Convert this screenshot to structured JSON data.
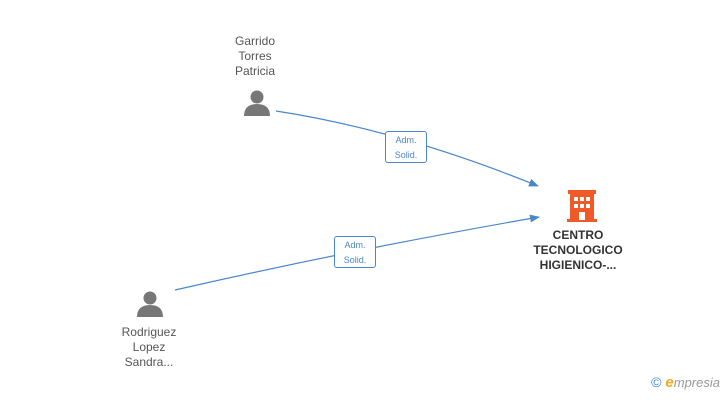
{
  "nodes": {
    "person1": {
      "name_lines": [
        "Garrido",
        "Torres",
        "Patricia"
      ],
      "icon": "person-icon"
    },
    "person2": {
      "name_lines": [
        "Rodriguez",
        "Lopez",
        "Sandra..."
      ],
      "icon": "person-icon"
    },
    "company": {
      "name_lines": [
        "CENTRO",
        "TECNOLOGICO",
        "HIGIENICO-..."
      ],
      "icon": "building-icon"
    }
  },
  "edges": [
    {
      "from": "person1",
      "to": "company",
      "label_lines": [
        "Adm.",
        "Solid."
      ]
    },
    {
      "from": "person2",
      "to": "company",
      "label_lines": [
        "Adm.",
        "Solid."
      ]
    }
  ],
  "colors": {
    "edge": "#4a87c9",
    "person_icon": "#777777",
    "company_icon": "#f05a28"
  },
  "watermark": {
    "copyright": "©",
    "brand_first": "e",
    "brand_rest": "mpresia"
  }
}
